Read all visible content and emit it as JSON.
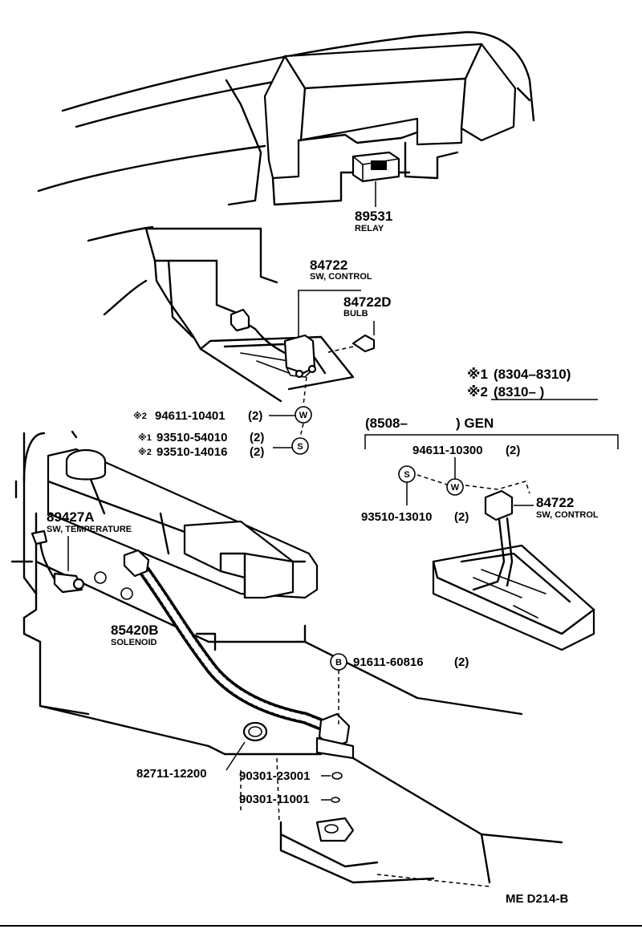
{
  "parts": [
    {
      "number": "89531",
      "name": "RELAY"
    },
    {
      "number": "84722",
      "name": "SW, CONTROL"
    },
    {
      "number": "84722D",
      "name": "BULB"
    },
    {
      "number": "89427A",
      "name": "SW, TEMPERATURE"
    },
    {
      "number": "85420B",
      "name": "SOLENOID"
    },
    {
      "number": "84722",
      "name": "SW, CONTROL"
    }
  ],
  "fasteners": {
    "w1": {
      "mark": "※2",
      "number": "94611-10401",
      "qty": "(2)",
      "symbol": "W"
    },
    "s1": {
      "mark": "※1",
      "number": "93510-54010",
      "qty": "(2)",
      "symbol": "S"
    },
    "s2": {
      "mark": "※2",
      "number": "93510-14016",
      "qty": "(2)"
    },
    "bolt": {
      "number": "91611-60816",
      "qty": "(2)",
      "symbol": "B"
    },
    "clamp": {
      "number": "82711-12200"
    },
    "oring1": {
      "number": "90301-23001"
    },
    "oring2": {
      "number": "90301-11001"
    },
    "gen_w": {
      "number": "94611-10300",
      "qty": "(2)",
      "symbol": "W"
    },
    "gen_s": {
      "number": "93510-13010",
      "qty": "(2)",
      "symbol": "S"
    }
  },
  "legend": [
    {
      "mark": "※1",
      "range": "(8304–8310)"
    },
    {
      "mark": "※2",
      "range": "(8310–        )"
    }
  ],
  "gen_label": {
    "range": "(8508–",
    "suffix": ") GEN"
  },
  "code": "ME D214-B"
}
